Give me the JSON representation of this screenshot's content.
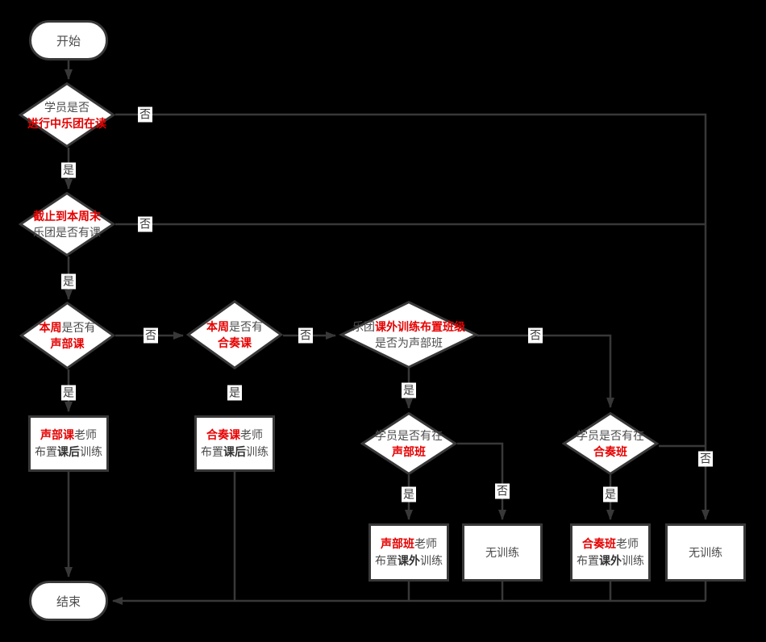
{
  "colors": {
    "background": "#000000",
    "connector_line": "#383838",
    "shape_border": "#383838",
    "shape_fill": "#ffffff",
    "text_regular": "#4d4d4d",
    "text_accent_red": "#e60000",
    "edge_label_bg": "#ffffff",
    "edge_label_text": "#383838"
  },
  "edge_labels": {
    "yes": "是",
    "no": "否"
  },
  "nodes": {
    "start": {
      "label": "开始"
    },
    "end": {
      "label": "结束"
    },
    "d1": {
      "l1": "学员是否",
      "l2": "进行中乐团在读"
    },
    "d2": {
      "l1": "截止到本周末",
      "l2": "乐团是否有课"
    },
    "d3": {
      "l1a": "本周",
      "l1b": "是否有",
      "l2": "声部课"
    },
    "d4": {
      "l1a": "本周",
      "l1b": "是否有",
      "l2": "合奏课"
    },
    "d5": {
      "l1a": "乐团",
      "l1b": "课外训练布置班级",
      "l2": "是否为声部班"
    },
    "d6": {
      "l1": "学员是否有在",
      "l2": "声部班"
    },
    "d7": {
      "l1": "学员是否有在",
      "l2": "合奏班"
    },
    "b1": {
      "l1a": "声部课",
      "l1b": "老师",
      "l2a": "布置",
      "l2b": "课后",
      "l2c": "训练"
    },
    "b2": {
      "l1a": "合奏课",
      "l1b": "老师",
      "l2a": "布置",
      "l2b": "课后",
      "l2c": "训练"
    },
    "b3": {
      "l1a": "声部班",
      "l1b": "老师",
      "l2a": "布置",
      "l2b": "课外",
      "l2c": "训练"
    },
    "b4": {
      "label": "无训练"
    },
    "b5": {
      "l1a": "合奏班",
      "l1b": "老师",
      "l2a": "布置",
      "l2b": "课外",
      "l2c": "训练"
    },
    "b6": {
      "label": "无训练"
    }
  }
}
